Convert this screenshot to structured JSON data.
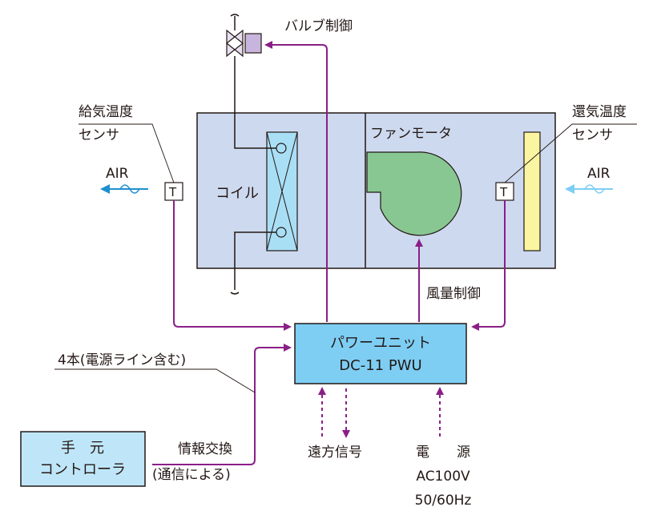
{
  "labels": {
    "valve_control": "バルブ制御",
    "supply_sensor_line1": "給気温度",
    "supply_sensor_line2": "センサ",
    "return_sensor_line1": "還気温度",
    "return_sensor_line2": "センサ",
    "air_left": "AIR",
    "air_right": "AIR",
    "sensor_left": "T",
    "sensor_right": "T",
    "coil": "コイル",
    "fan_motor": "ファンモータ",
    "air_volume_control": "風量制御",
    "power_unit_line1": "パワーユニット",
    "power_unit_line2": "DC-11 PWU",
    "cable_note": "4本(電源ライン含む)",
    "hand_controller_line1": "手　元",
    "hand_controller_line2": "コントローラ",
    "info_exchange": "情報交換",
    "via_comm": "(通信による)",
    "remote_signal": "遠方信号",
    "power_source": "電　　源",
    "power_ac": "AC100V",
    "power_hz": "50/60Hz"
  },
  "colors": {
    "unit_fill": "#cdd9ee",
    "power_unit_fill": "#7ecef4",
    "controller_fill": "#bfe6f8",
    "signal_line": "#8a1f87",
    "fan_fill": "#88c792",
    "filter_fill": "#faf5a0",
    "valve_actuator": "#c8b5dd",
    "air_arrow_left": "#1f8fd0",
    "air_arrow_right": "#7ecef4"
  }
}
